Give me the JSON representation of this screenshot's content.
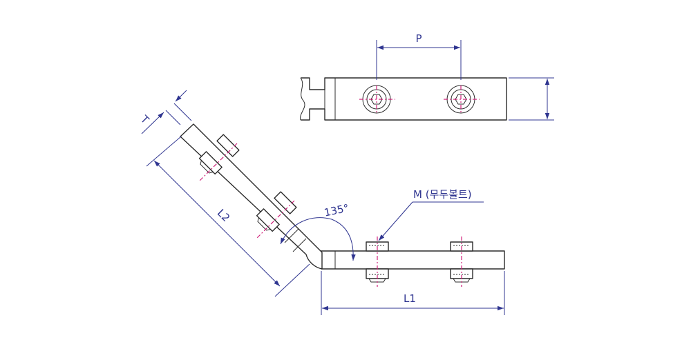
{
  "labels": {
    "pitch": "P",
    "thickness": "T",
    "length_1": "L1",
    "length_2": "L2",
    "angle": "135°",
    "bolt": "M (무두볼트)"
  },
  "colors": {
    "outline": "#2b2b2b",
    "dimension": "#2f3590",
    "centerline": "#d0207a"
  }
}
